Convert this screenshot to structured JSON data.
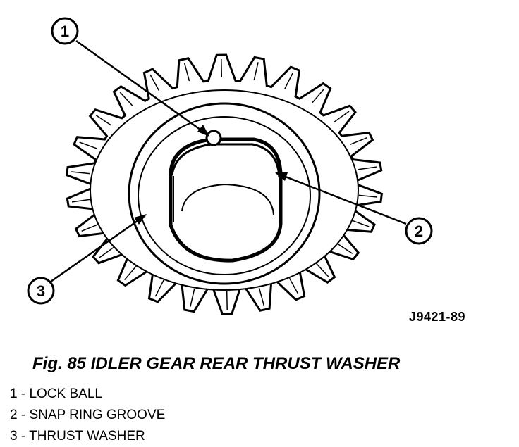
{
  "figure_id": "J9421-89",
  "caption": "Fig. 85 IDLER GEAR REAR THRUST WASHER",
  "callouts": [
    {
      "number": "1",
      "label": "1 - LOCK BALL"
    },
    {
      "number": "2",
      "label": "2 - SNAP RING GROOVE"
    },
    {
      "number": "3",
      "label": "3 - THRUST WASHER"
    }
  ]
}
